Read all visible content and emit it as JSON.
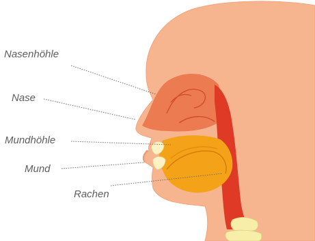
{
  "labels": {
    "nasal_cavity": "Nasenhöhle",
    "nose": "Nase",
    "oral_cavity": "Mundhöhle",
    "mouth": "Mund",
    "pharynx": "Rachen"
  },
  "colors": {
    "skin": "#f6b58f",
    "skin_edge": "#f0a47c",
    "nasal_cavity": "#ec7b52",
    "oral_cavity": "#f4a318",
    "throat": "#de3a26",
    "teeth": "#fbf3c6",
    "vertebrae": "#f6eea9",
    "label_text": "#5e5e5e"
  }
}
